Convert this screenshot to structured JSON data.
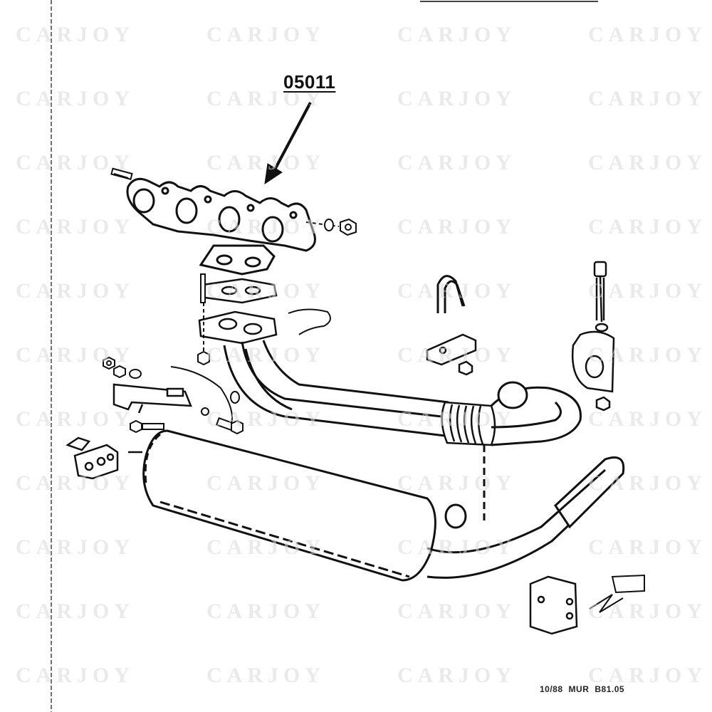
{
  "diagram": {
    "part_number": "05011",
    "footer": {
      "date": "10/88",
      "code": "MUR",
      "ref": "B81.05"
    }
  },
  "watermark": {
    "text": "CARJOY",
    "color": "#d9d9d9"
  },
  "colors": {
    "ink": "#1a1a1a",
    "paper": "#ffffff"
  }
}
